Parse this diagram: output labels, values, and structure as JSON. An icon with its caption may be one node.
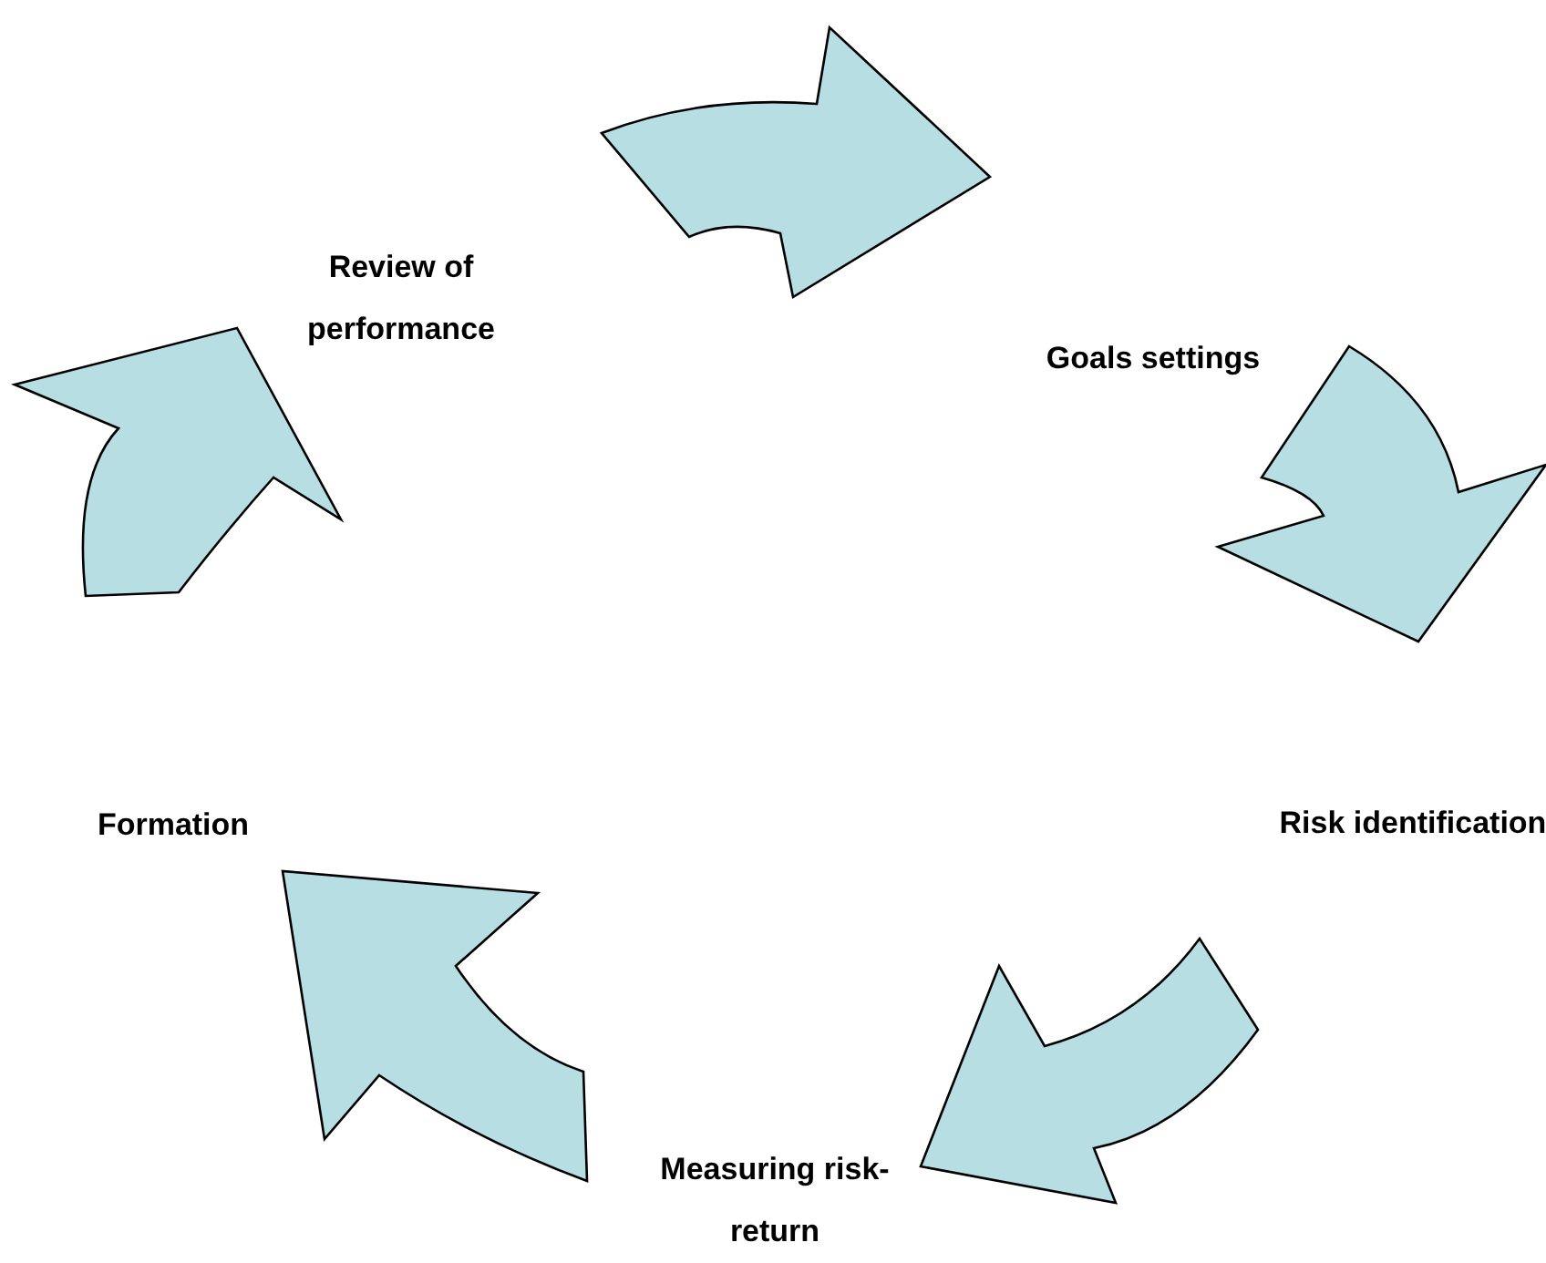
{
  "diagram": {
    "nodes": [
      {
        "text": [
          "Review of performance"
        ]
      },
      {
        "text": [
          "Goals settings"
        ]
      },
      {
        "text": [
          "Risk identification"
        ]
      },
      {
        "text": [
          "Measuring risk-return"
        ]
      },
      {
        "text": [
          "Formation"
        ]
      }
    ],
    "edges": [
      {
        "from": 0,
        "to": 1,
        "arrow": "to",
        "style": "thick"
      },
      {
        "from": 1,
        "to": 2,
        "arrow": "to",
        "style": "thick"
      },
      {
        "from": 2,
        "to": 3,
        "arrow": "to",
        "style": "thick"
      },
      {
        "from": 3,
        "to": 4,
        "arrow": "to",
        "style": "thick"
      },
      {
        "from": 4,
        "to": 0,
        "arrow": "to",
        "style": "thick"
      }
    ]
  }
}
